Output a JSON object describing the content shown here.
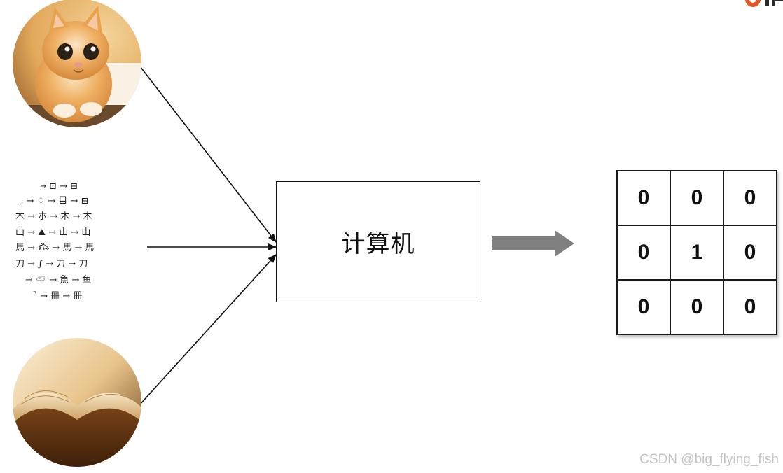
{
  "diagram": {
    "center_node": {
      "label": "计算机"
    },
    "inputs": [
      {
        "icon": "cat-photo-icon"
      },
      {
        "icon": "ancient-characters-chart-icon"
      },
      {
        "icon": "open-book-photo-icon"
      }
    ],
    "output_matrix": {
      "rows": [
        [
          "0",
          "0",
          "0"
        ],
        [
          "0",
          "1",
          "0"
        ],
        [
          "0",
          "0",
          "0"
        ]
      ]
    },
    "colors": {
      "output_arrow": "#808080",
      "stroke": "#111111"
    }
  },
  "logo": {
    "icon": "brand-logo-icon"
  },
  "watermark": {
    "text": "CSDN @big_flying_fish"
  }
}
